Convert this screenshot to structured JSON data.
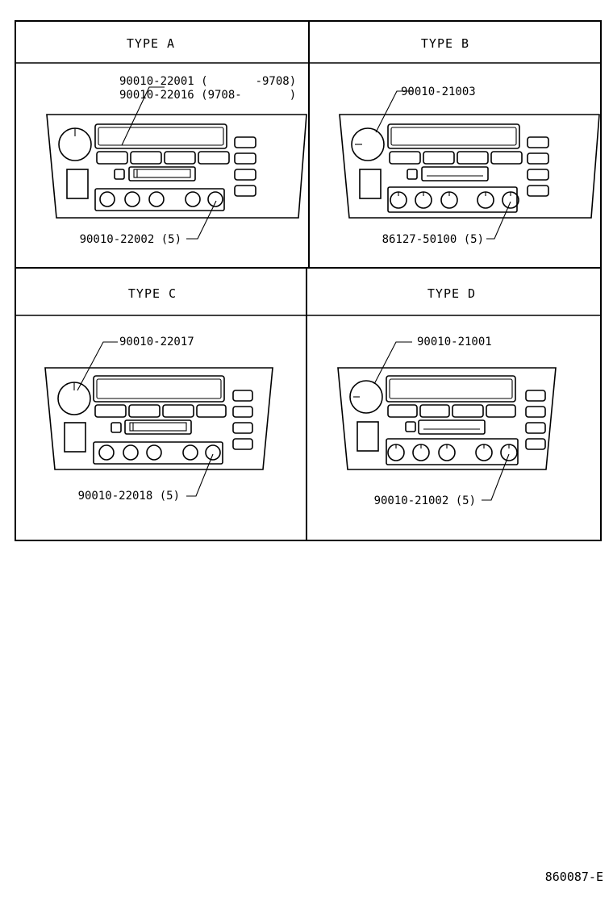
{
  "panels": [
    {
      "header": "TYPE A",
      "top_callout_lines": [
        "90010-22001 (       -9708)",
        "90010-22016 (9708-       )"
      ],
      "bottom_callout": "90010-22002 (5)",
      "variant": "A"
    },
    {
      "header": "TYPE B",
      "top_callout_lines": [
        "90010-21003"
      ],
      "bottom_callout": "86127-50100 (5)",
      "variant": "B"
    },
    {
      "header": "TYPE C",
      "top_callout_lines": [
        "90010-22017"
      ],
      "bottom_callout": "90010-22018 (5)",
      "variant": "A"
    },
    {
      "header": "TYPE D",
      "top_callout_lines": [
        "90010-21001"
      ],
      "bottom_callout": "90010-21002 (5)",
      "variant": "B"
    }
  ],
  "drawing_number": "860087-E"
}
